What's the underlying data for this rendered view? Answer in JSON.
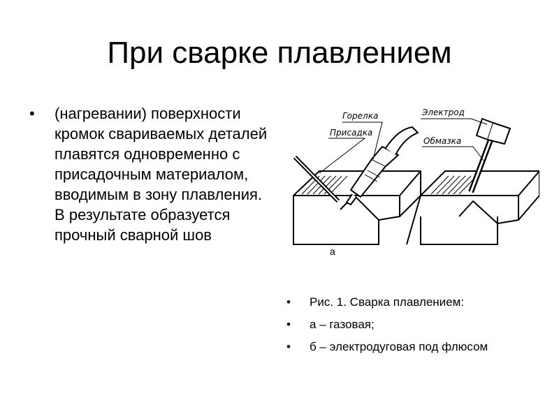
{
  "slide": {
    "title": "При сварке плавлением",
    "bullet_symbol": "•",
    "body_text": "(нагревании) поверхности кромок свариваемых деталей плавятся одновременно с присадочным материалом, вводимым в зону плавления. В результате образуется прочный сварной шов"
  },
  "figure": {
    "labels": {
      "torch": "Горелка",
      "filler": "Присадка",
      "electrode": "Электрод",
      "coating": "Обмазка"
    },
    "sublabel": "а"
  },
  "caption": {
    "items": [
      "Рис. 1. Сварка плавлением:",
      "а – газовая;",
      "б – электродуговая под флюсом"
    ]
  }
}
